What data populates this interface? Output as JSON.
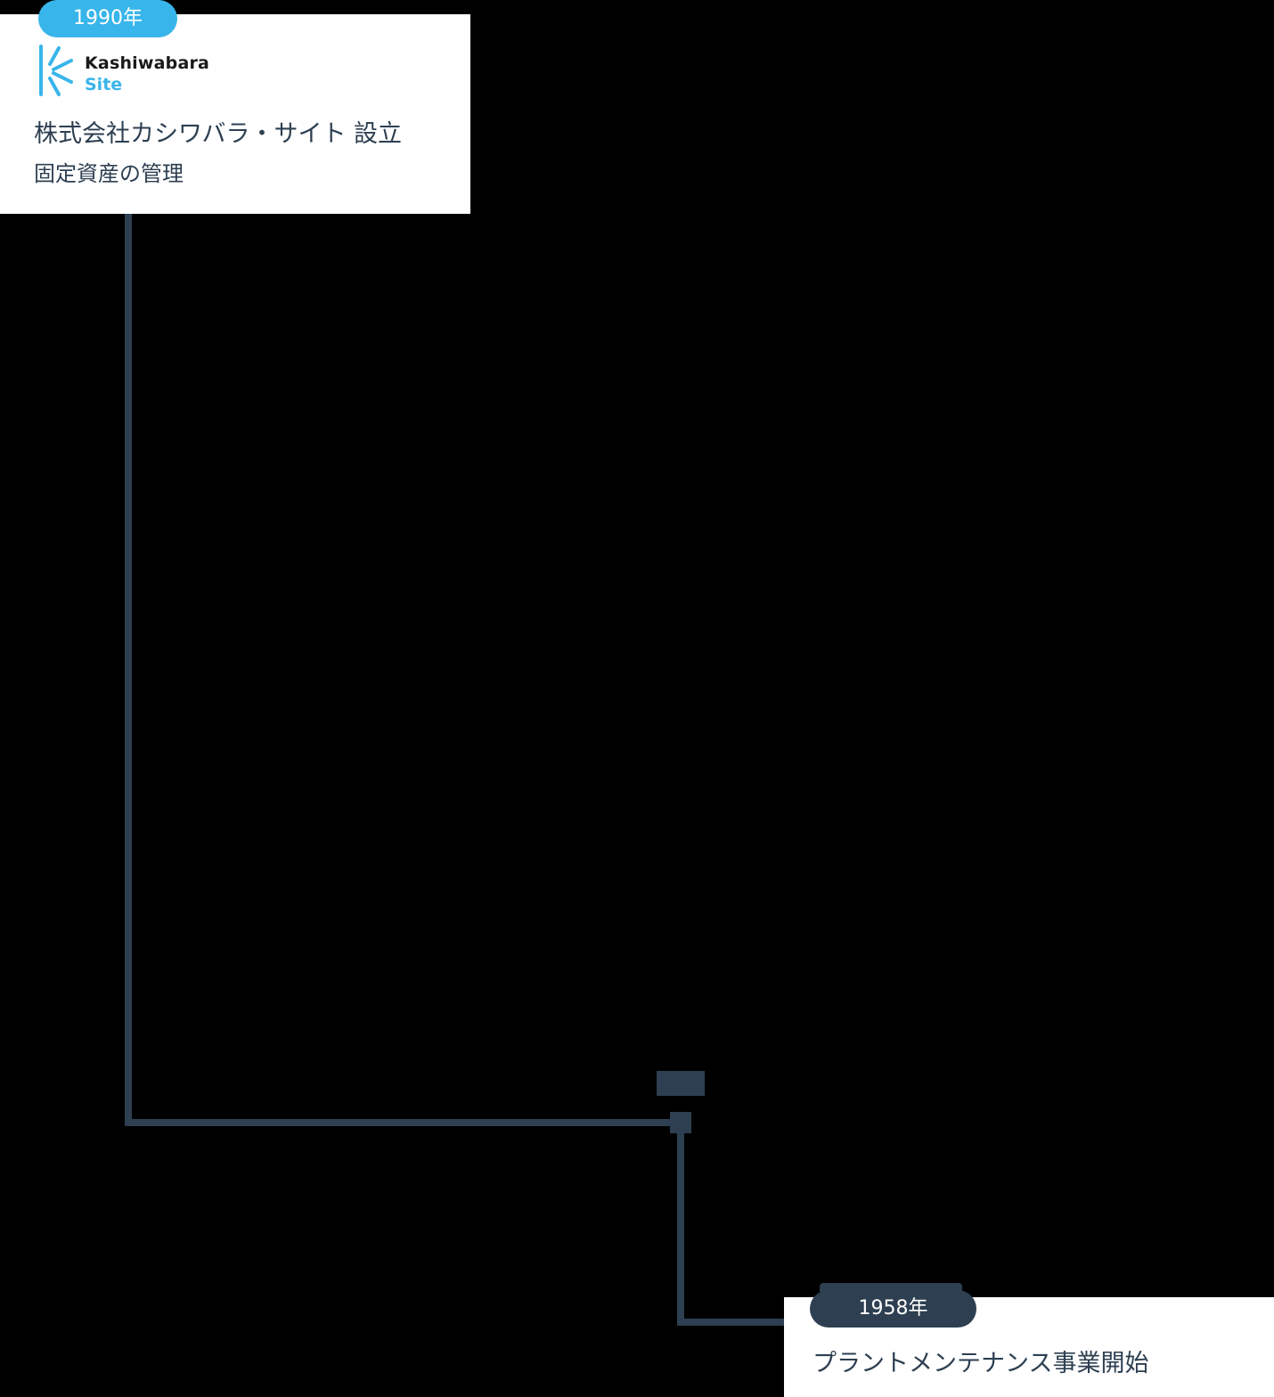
{
  "milestones": [
    {
      "year": "1990年",
      "logo": {
        "line1": "Kashiwabara",
        "line2": "Site"
      },
      "title": "株式会社カシワバラ・サイト 設立",
      "subtitle": "固定資産の管理"
    },
    {
      "year": "1958年",
      "title": "プラントメンテナンス事業開始"
    }
  ],
  "colors": {
    "accent": "#38b5ea",
    "dark": "#2d3f51",
    "card": "#ffffff",
    "background": "#000000"
  },
  "icons": [
    "kashiwabara-logo-icon"
  ]
}
